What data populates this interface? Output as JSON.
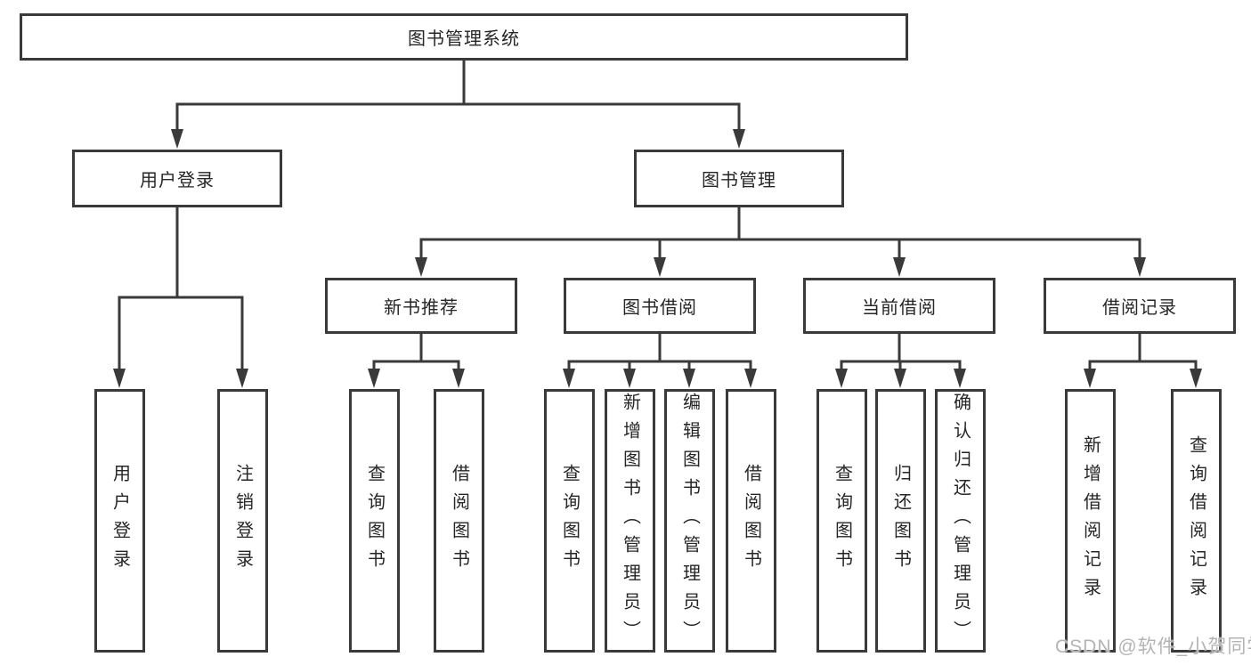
{
  "diagram_type": "hierarchy-tree",
  "tree": {
    "label": "图书管理系统",
    "children": [
      {
        "label": "用户登录",
        "children": [
          {
            "label": "用户登录"
          },
          {
            "label": "注销登录"
          }
        ]
      },
      {
        "label": "图书管理",
        "children": [
          {
            "label": "新书推荐",
            "children": [
              {
                "label": "查询图书"
              },
              {
                "label": "借阅图书"
              }
            ]
          },
          {
            "label": "图书借阅",
            "children": [
              {
                "label": "查询图书"
              },
              {
                "label": "新增图书（管理员）"
              },
              {
                "label": "编辑图书（管理员）"
              },
              {
                "label": "借阅图书"
              }
            ]
          },
          {
            "label": "当前借阅",
            "children": [
              {
                "label": "查询图书"
              },
              {
                "label": "归还图书"
              },
              {
                "label": "确认归还（管理员）"
              }
            ]
          },
          {
            "label": "借阅记录",
            "children": [
              {
                "label": "新增借阅记录"
              },
              {
                "label": "查询借阅记录"
              }
            ]
          }
        ]
      }
    ]
  },
  "watermark": "CSDN @软件_小贺同学",
  "colors": {
    "line": "#3a3a3a",
    "box_border": "#3a3a3a",
    "text": "#262626",
    "background": "#ffffff",
    "watermark": "#b4b4b4"
  }
}
